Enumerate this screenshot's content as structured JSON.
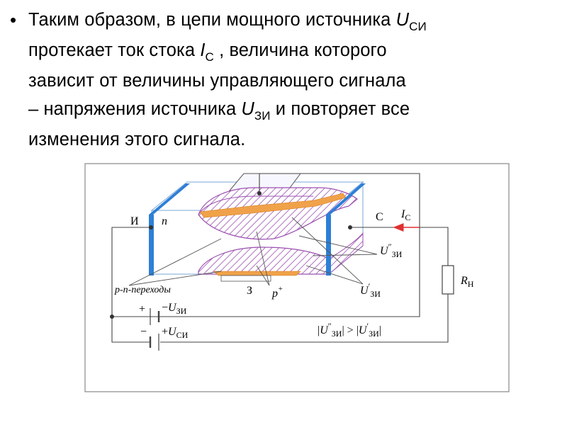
{
  "slide": {
    "bullet": "•",
    "line1": {
      "text": "Таким образом, в цепи мощного источника ",
      "var": "U",
      "sub": "СИ"
    },
    "line2": {
      "pre": "протекает ток стока ",
      "var": "I",
      "sub": "С",
      "post": " , величина которого"
    },
    "line3": {
      "text": "зависит от величины управляющего сигнала"
    },
    "line4": {
      "pre": "– напряжения источника ",
      "var": "U",
      "sub": "ЗИ",
      "post": " и повторяет все"
    },
    "line5": {
      "text": "изменения этого сигнала."
    }
  },
  "diagram": {
    "labels": {
      "source": "И",
      "n_region": "n",
      "drain": "С",
      "current_var": "I",
      "current_sub": "С",
      "load_var": "R",
      "load_sub": "Н",
      "gate": "З",
      "p_plus": "p",
      "p_plus_sup": "+",
      "pn_junctions": "p-n-переходы",
      "u_zi2_var": "U",
      "u_zi2_sup": "″",
      "u_zi2_sub": "ЗИ",
      "u_zi1_var": "U",
      "u_zi1_sup": "′",
      "u_zi1_sub": "ЗИ",
      "battery1_plus": "+",
      "battery1_label_sign": "−",
      "battery1_var": "U",
      "battery1_sub": "ЗИ",
      "battery2_minus": "−",
      "battery2_label_sign": "+",
      "battery2_var": "U",
      "battery2_sub": "СИ",
      "inequality_left_var": "U",
      "inequality_left_sup": "″",
      "inequality_left_sub": "ЗИ",
      "inequality_sign": ">",
      "inequality_right_var": "U",
      "inequality_right_sup": "′",
      "inequality_right_sub": "ЗИ"
    },
    "colors": {
      "electrode": "#2d7fd6",
      "hatch": "#9b4fb0",
      "gate_metal": "#f0a24a",
      "arrow": "#e03030",
      "wire": "#444444",
      "frame": "#888888"
    }
  }
}
